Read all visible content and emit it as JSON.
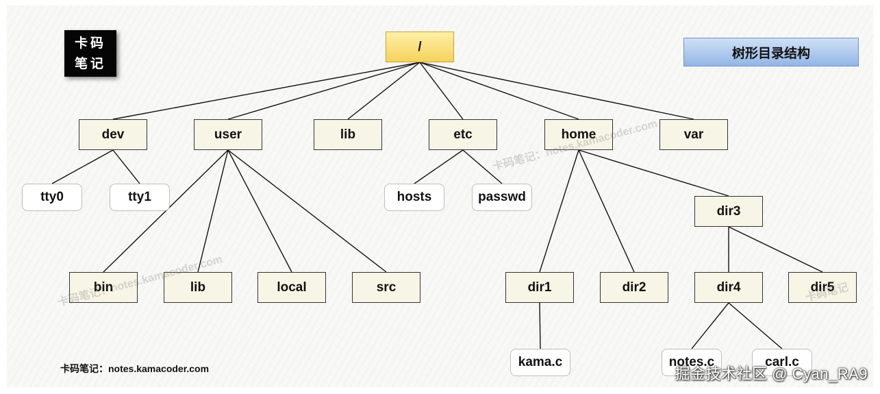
{
  "logo": {
    "line1": "卡码",
    "line2": "笔记"
  },
  "title": "树形目录结构",
  "root": "/",
  "dirs": {
    "dev": "dev",
    "user": "user",
    "lib": "lib",
    "etc": "etc",
    "home": "home",
    "var": "var",
    "bin": "bin",
    "user_lib": "lib",
    "local": "local",
    "src": "src",
    "dir1": "dir1",
    "dir2": "dir2",
    "dir3": "dir3",
    "dir4": "dir4",
    "dir5": "dir5"
  },
  "files": {
    "tty0": "tty0",
    "tty1": "tty1",
    "hosts": "hosts",
    "passwd": "passwd",
    "kama_c": "kama.c",
    "notes_c": "notes.c",
    "carl_c": "carl.c"
  },
  "footer_note": "卡码笔记：notes.kamacoder.com",
  "watermarks": [
    "卡码笔记：notes.kamacoder.com",
    "卡码笔记：notes.kamacoder.com",
    "卡码笔记"
  ],
  "credit": "掘金技术社区 @ Cyan_RA9"
}
